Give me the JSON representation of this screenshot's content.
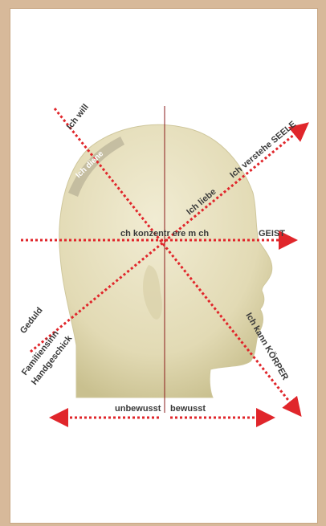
{
  "labels": {
    "ich_will": "Ich will",
    "ich_diene": "Ich diene",
    "ich_liebe": "Ich liebe",
    "ich_verstehe_seele": "Ich verstehe SEELE",
    "ich_konzentriere": "ch konzentr ere m ch",
    "geist": "GEIST",
    "geduld": "Geduld",
    "familiensinn": "Familiensinn",
    "handgeschick": "Handgeschick",
    "ich_kann_koerper": "Ich kann KÖRPER",
    "unbewusst": "unbewusst",
    "bewusst": "bewusst"
  },
  "colors": {
    "arrow": "#e0262b",
    "head_fill": "#e8e2c2",
    "head_shade": "#cfc79c",
    "background": "#d7b99a",
    "panel": "#ffffff",
    "center_line": "#8a1b1b"
  }
}
